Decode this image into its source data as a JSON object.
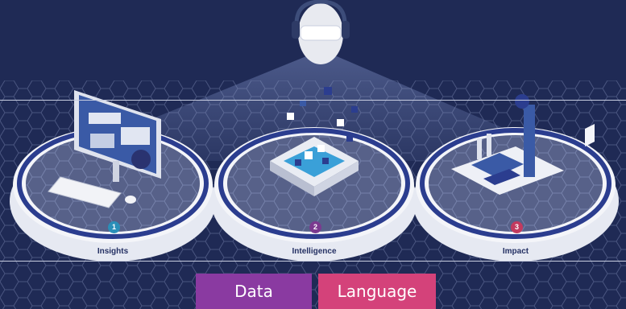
{
  "stages": [
    {
      "label": "Insights",
      "number": "1",
      "badge_color": "#2a8fb8"
    },
    {
      "label": "Intelligence",
      "number": "2",
      "badge_color": "#7b3a8f"
    },
    {
      "label": "Impact",
      "number": "3",
      "badge_color": "#c23a5f"
    }
  ],
  "tags": [
    {
      "label": "Data",
      "color": "#8a3aa1"
    },
    {
      "label": "Language",
      "color": "#d4427a"
    }
  ],
  "colors": {
    "background": "#1f2a55",
    "ring_outer": "#e9ecf4",
    "ring_inner": "#2b3d8f",
    "hex_lines": "#9aa6c8"
  }
}
